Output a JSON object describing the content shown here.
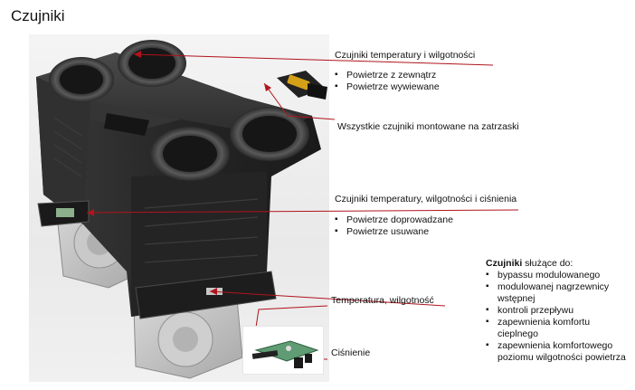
{
  "title": "Czujniki",
  "labels": {
    "temp_humidity": "Czujniki temperatury i wilgotności",
    "temp_humidity_items": [
      "Powietrze z zewnątrz",
      "Powietrze wywiewane"
    ],
    "clip_mount": "Wszystkie czujniki montowane na zatrzaski",
    "temp_humidity_pressure": "Czujniki temperatury, wilgotności i ciśnienia",
    "temp_humidity_pressure_items": [
      "Powietrze doprowadzane",
      "Powietrze usuwane"
    ],
    "temp_humidity_short": "Temperatura, wilgotność",
    "pressure": "Ciśnienie"
  },
  "uses": {
    "head_bold": "Czujniki",
    "head_rest": " służące do:",
    "items": [
      "bypassu modulowanego",
      "modulowanej nagrzewnicy wstępnej",
      "kontroli przepływu",
      "zapewnienia komfortu cieplnego",
      "zapewnienia komfortowego poziomu wilgotności powietrza"
    ]
  },
  "colors": {
    "leader_line": "#b0141c",
    "unit_body": "#2a2a2a",
    "background": "#ffffff"
  }
}
